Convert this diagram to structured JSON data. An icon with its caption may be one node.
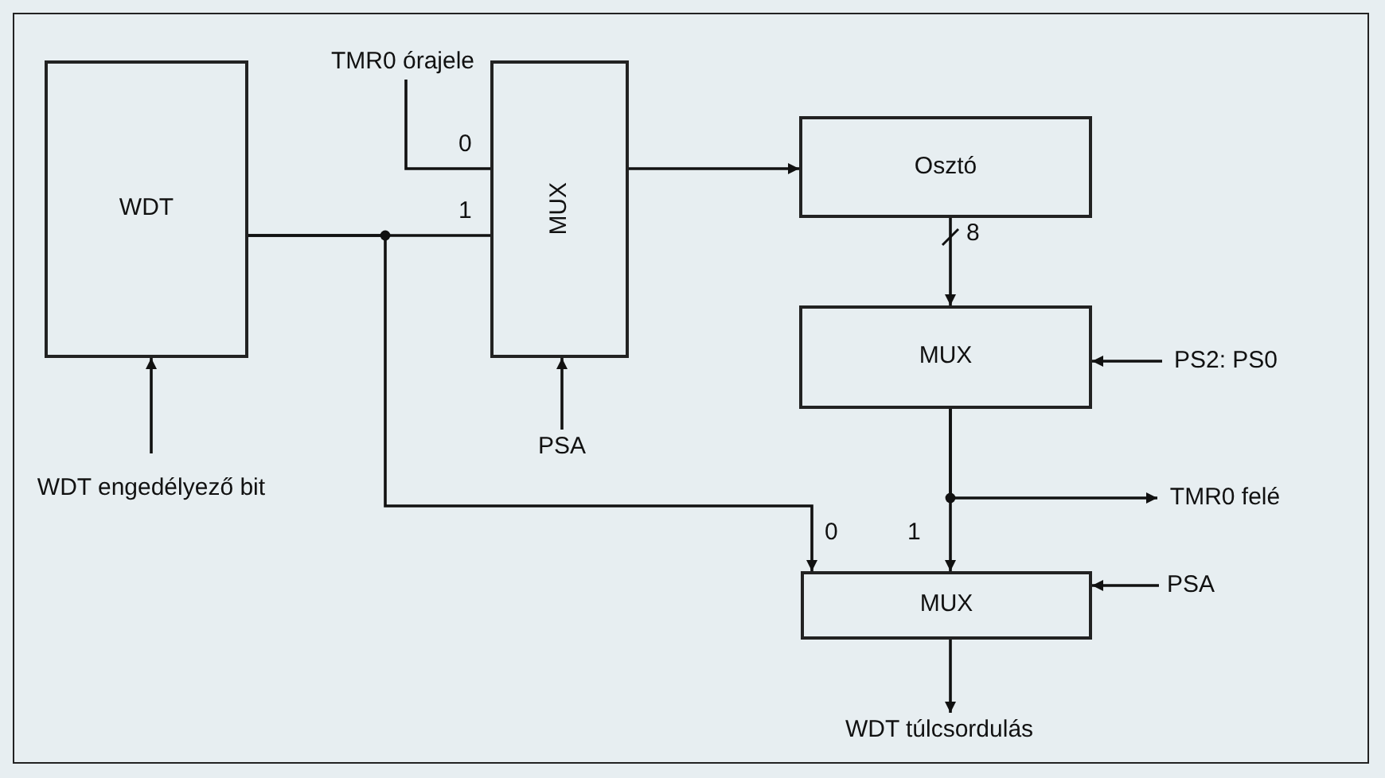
{
  "diagram": {
    "nodes": [
      {
        "text": [
          "WDT"
        ]
      },
      {
        "text": [
          "MUX"
        ]
      },
      {
        "text": [
          "Osztó"
        ]
      },
      {
        "text": [
          "MUX"
        ]
      },
      {
        "text": [
          "MUX"
        ]
      },
      {
        "text": [
          "TMR0 órajele"
        ]
      },
      {
        "text": [
          "WDT engedélyező bit"
        ]
      },
      {
        "text": [
          "PSA"
        ]
      },
      {
        "text": [
          "PS2: PS0"
        ]
      },
      {
        "text": [
          "TMR0 felé"
        ]
      },
      {
        "text": [
          "PSA"
        ]
      },
      {
        "text": [
          "WDT túlcsordulás"
        ]
      }
    ],
    "edges": [
      {
        "from": 5,
        "to": 1,
        "arrow": "none"
      },
      {
        "from": 0,
        "to": 1,
        "arrow": "none"
      },
      {
        "from": 0,
        "to": 4,
        "arrow": "to"
      },
      {
        "from": 6,
        "to": 0,
        "arrow": "to"
      },
      {
        "from": 7,
        "to": 1,
        "arrow": "to"
      },
      {
        "from": 1,
        "to": 2,
        "arrow": "to"
      },
      {
        "from": 2,
        "to": 3,
        "arrow": "to",
        "label": "8"
      },
      {
        "from": 8,
        "to": 3,
        "arrow": "to"
      },
      {
        "from": 3,
        "to": 4,
        "arrow": "to"
      },
      {
        "from": 3,
        "to": 9,
        "arrow": "to"
      },
      {
        "from": 10,
        "to": 4,
        "arrow": "to"
      },
      {
        "from": 4,
        "to": 11,
        "arrow": "to"
      }
    ],
    "labels": [
      "0",
      "1",
      "0",
      "1"
    ]
  }
}
